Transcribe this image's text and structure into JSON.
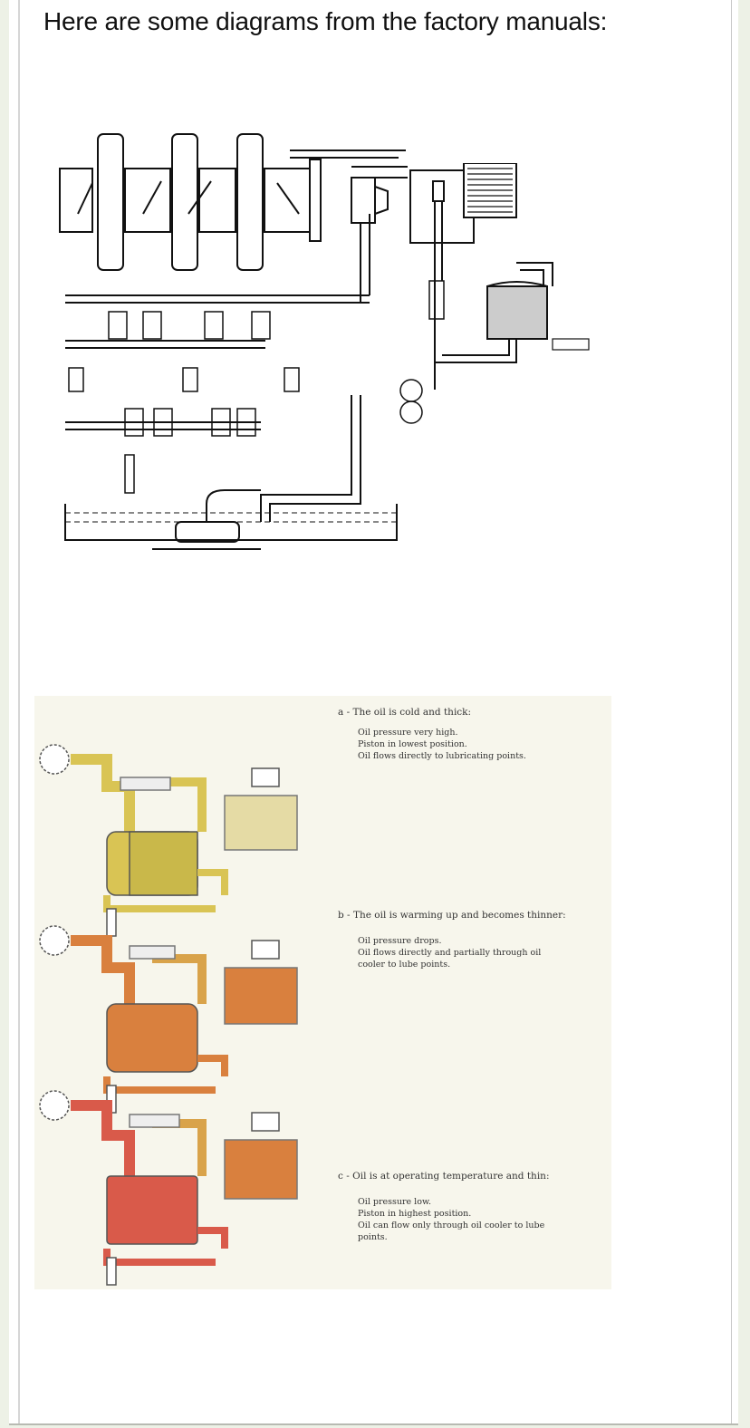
{
  "post": {
    "title": "Here are some diagrams from the factory manuals:"
  },
  "diagram_lubrication": {
    "label": "engine-lubrication-circuit"
  },
  "diagram_oil_cooler": {
    "captions": [
      {
        "letter": "a",
        "heading": "a - The oil is cold and thick:",
        "lines": [
          "Oil pressure very high.",
          "Piston in lowest position.",
          "Oil flows directly to lubricating points."
        ]
      },
      {
        "letter": "b",
        "heading": "b - The oil is warming up and becomes thinner:",
        "lines": [
          "Oil pressure drops.",
          "Oil flows directly and partially through oil",
          "cooler to lube points."
        ]
      },
      {
        "letter": "c",
        "heading": "c - Oil is at operating temperature and thin:",
        "lines": [
          "Oil pressure low.",
          "Piston in highest position.",
          "Oil can flow only through oil cooler to lube",
          "points."
        ]
      }
    ],
    "colors": {
      "cold": "#d9c454",
      "warm": "#d9803e",
      "hot": "#d95a4a"
    }
  }
}
